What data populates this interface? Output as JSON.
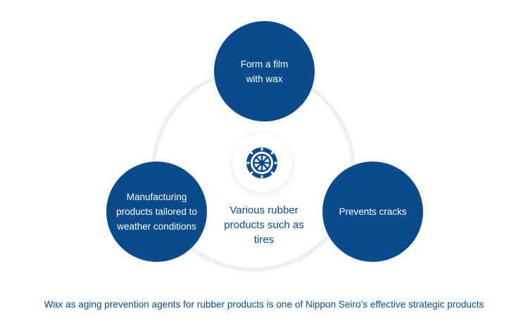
{
  "diagram": {
    "center": {
      "icon": "tire-icon",
      "label": "Various rubber products such as tires"
    },
    "nodes": [
      {
        "id": "top",
        "label": "Form a film with wax"
      },
      {
        "id": "right",
        "label": "Prevents cracks"
      },
      {
        "id": "left",
        "label": "Manufacturing products tailored to weather conditions"
      }
    ]
  },
  "caption": "Wax as aging prevention agents for rubber products is one of Nippon Seiro’s effective strategic products",
  "colors": {
    "node_fill": "#0b4b8c",
    "text_accent": "#0b4b8c",
    "ring": "#eef1f3",
    "background": "#ffffff"
  }
}
